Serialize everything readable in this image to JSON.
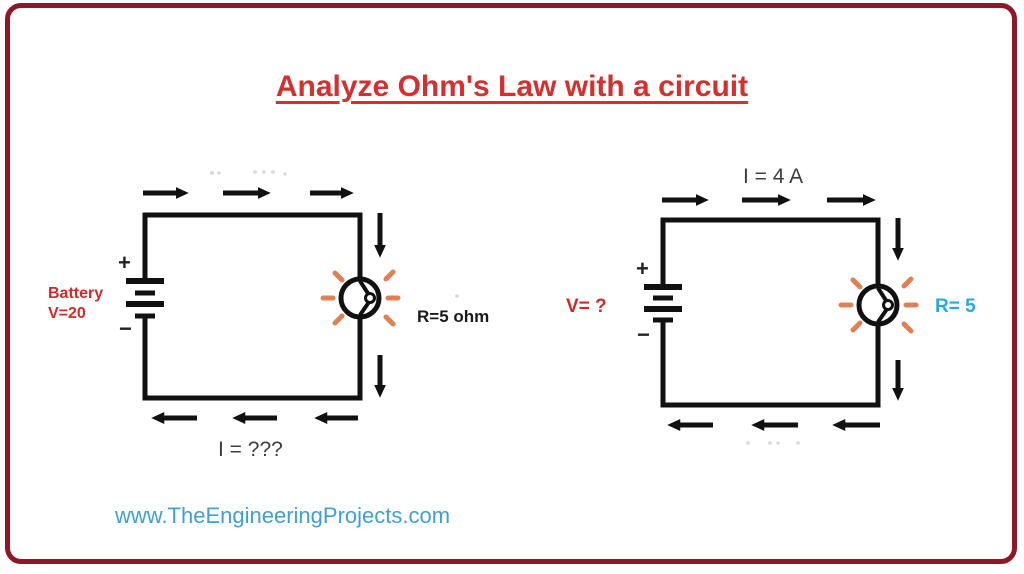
{
  "title": {
    "text": "Analyze Ohm's Law with a circuit"
  },
  "watermark": {
    "text": "www.TheEngineeringProjects.com"
  },
  "colors": {
    "frame_border": "#8e1728",
    "title_red": "#d3302f",
    "label_red": "#d02929",
    "resistor_blue": "#29a9e0",
    "watermark_blue": "#3fa0d4",
    "bulb_glow_orange": "#e08055",
    "wire_black": "#111111",
    "current_text_gray": "#3d3d3d"
  },
  "left_circuit": {
    "battery_label": "Battery",
    "battery_voltage": "V=20",
    "resistor_label": "R=5 ohm",
    "current_label": "I = ???",
    "plus_sign": "+",
    "minus_sign": "−"
  },
  "right_circuit": {
    "current_label": "I = 4 A",
    "voltage_label": "V= ?",
    "resistor_label": "R= 5",
    "plus_sign": "+",
    "minus_sign": "−"
  }
}
